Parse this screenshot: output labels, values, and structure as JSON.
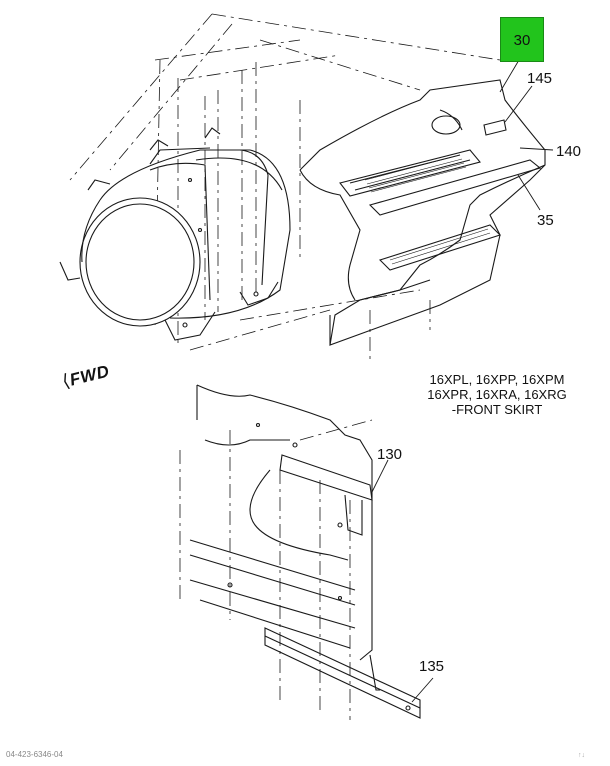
{
  "callouts": {
    "c30": "30",
    "c145": "145",
    "c140": "140",
    "c35": "35",
    "c130": "130",
    "c135": "135"
  },
  "fwd_label": "FWD",
  "caption": {
    "line1": "16XPL, 16XPP, 16XPM",
    "line2": "16XPR, 16XRA, 16XRG",
    "line3": "-FRONT SKIRT"
  },
  "footer_id": "04-423-6346-04",
  "corner_mark": "↑↓",
  "highlight_color": "#22c41c",
  "line_color": "#1a1a1a"
}
